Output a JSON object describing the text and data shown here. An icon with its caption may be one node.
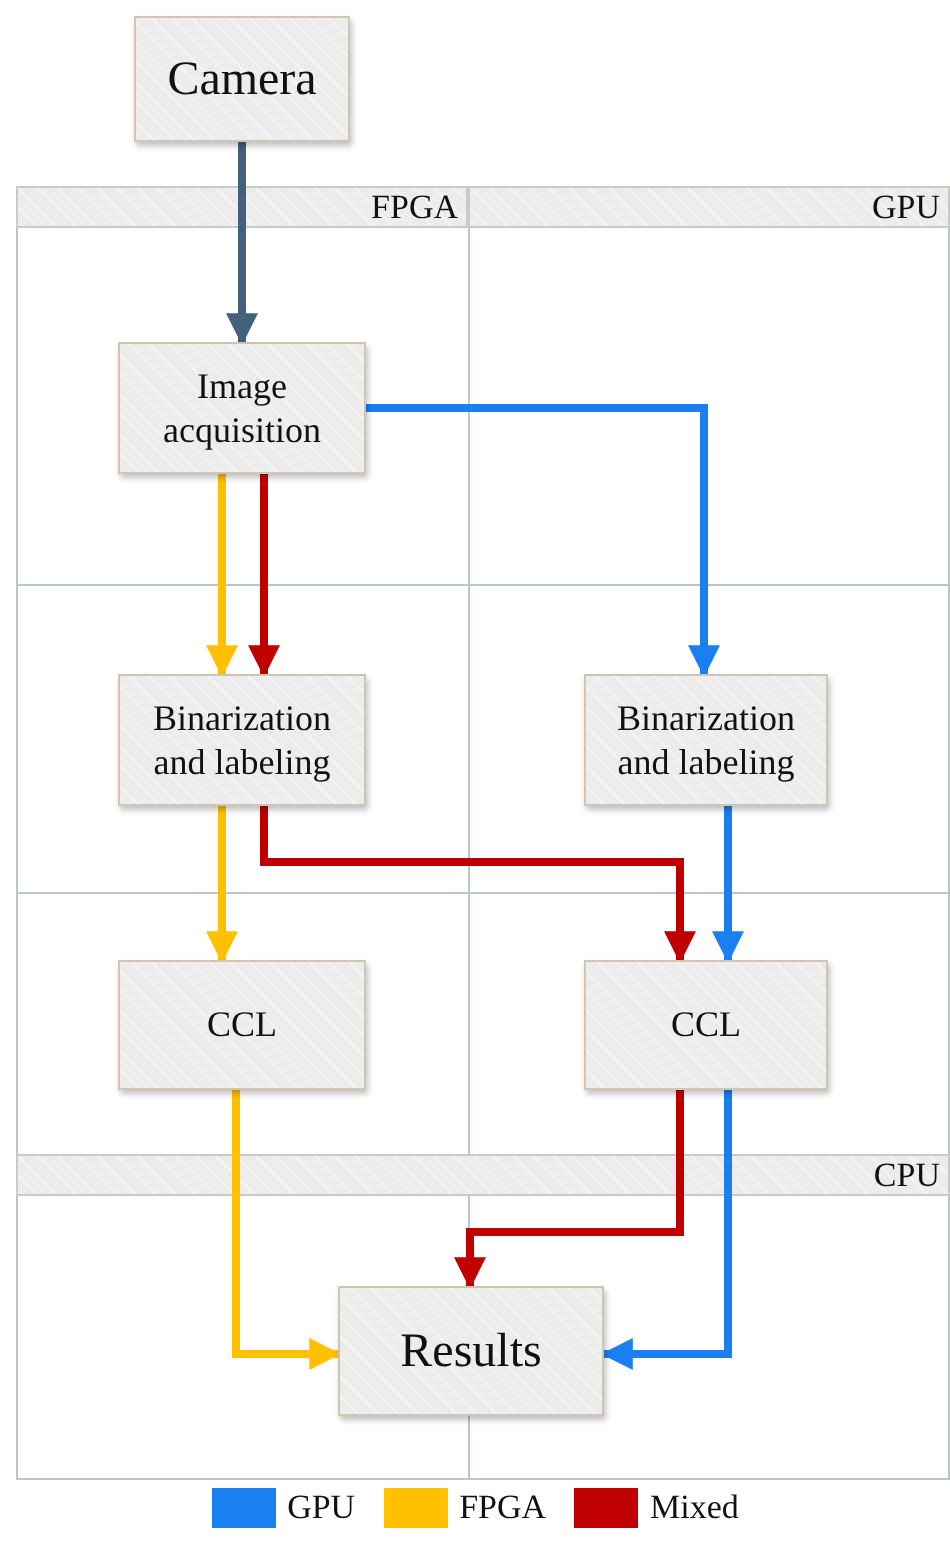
{
  "diagram": {
    "nodes": [
      {
        "text": [
          "Camera"
        ]
      },
      {
        "text": [
          "Image acquisition"
        ]
      },
      {
        "text": [
          "Binarization and labeling"
        ]
      },
      {
        "text": [
          "Binarization and labeling"
        ]
      },
      {
        "text": [
          "CCL"
        ]
      },
      {
        "text": [
          "CCL"
        ]
      },
      {
        "text": [
          "Results"
        ]
      }
    ],
    "edges": [
      {
        "from": 0,
        "to": 1,
        "arrow": "to",
        "color": "#44617b"
      },
      {
        "from": 1,
        "to": 2,
        "arrow": "to",
        "color": "#ffc000"
      },
      {
        "from": 1,
        "to": 2,
        "arrow": "to",
        "color": "#c00000"
      },
      {
        "from": 1,
        "to": 3,
        "arrow": "to",
        "color": "#1a7ff0"
      },
      {
        "from": 2,
        "to": 4,
        "arrow": "to",
        "color": "#ffc000"
      },
      {
        "from": 2,
        "to": 5,
        "arrow": "to",
        "color": "#c00000"
      },
      {
        "from": 3,
        "to": 5,
        "arrow": "to",
        "color": "#1a7ff0"
      },
      {
        "from": 4,
        "to": 6,
        "arrow": "to",
        "color": "#ffc000"
      },
      {
        "from": 5,
        "to": 6,
        "arrow": "to",
        "color": "#c00000"
      },
      {
        "from": 5,
        "to": 6,
        "arrow": "to",
        "color": "#1a7ff0"
      }
    ],
    "labels": [
      "FPGA",
      "GPU",
      "CPU"
    ],
    "legend": [
      {
        "text": "GPU",
        "color": "#1a7ff0"
      },
      {
        "text": "FPGA",
        "color": "#ffc000"
      },
      {
        "text": "Mixed",
        "color": "#c00000"
      }
    ]
  }
}
